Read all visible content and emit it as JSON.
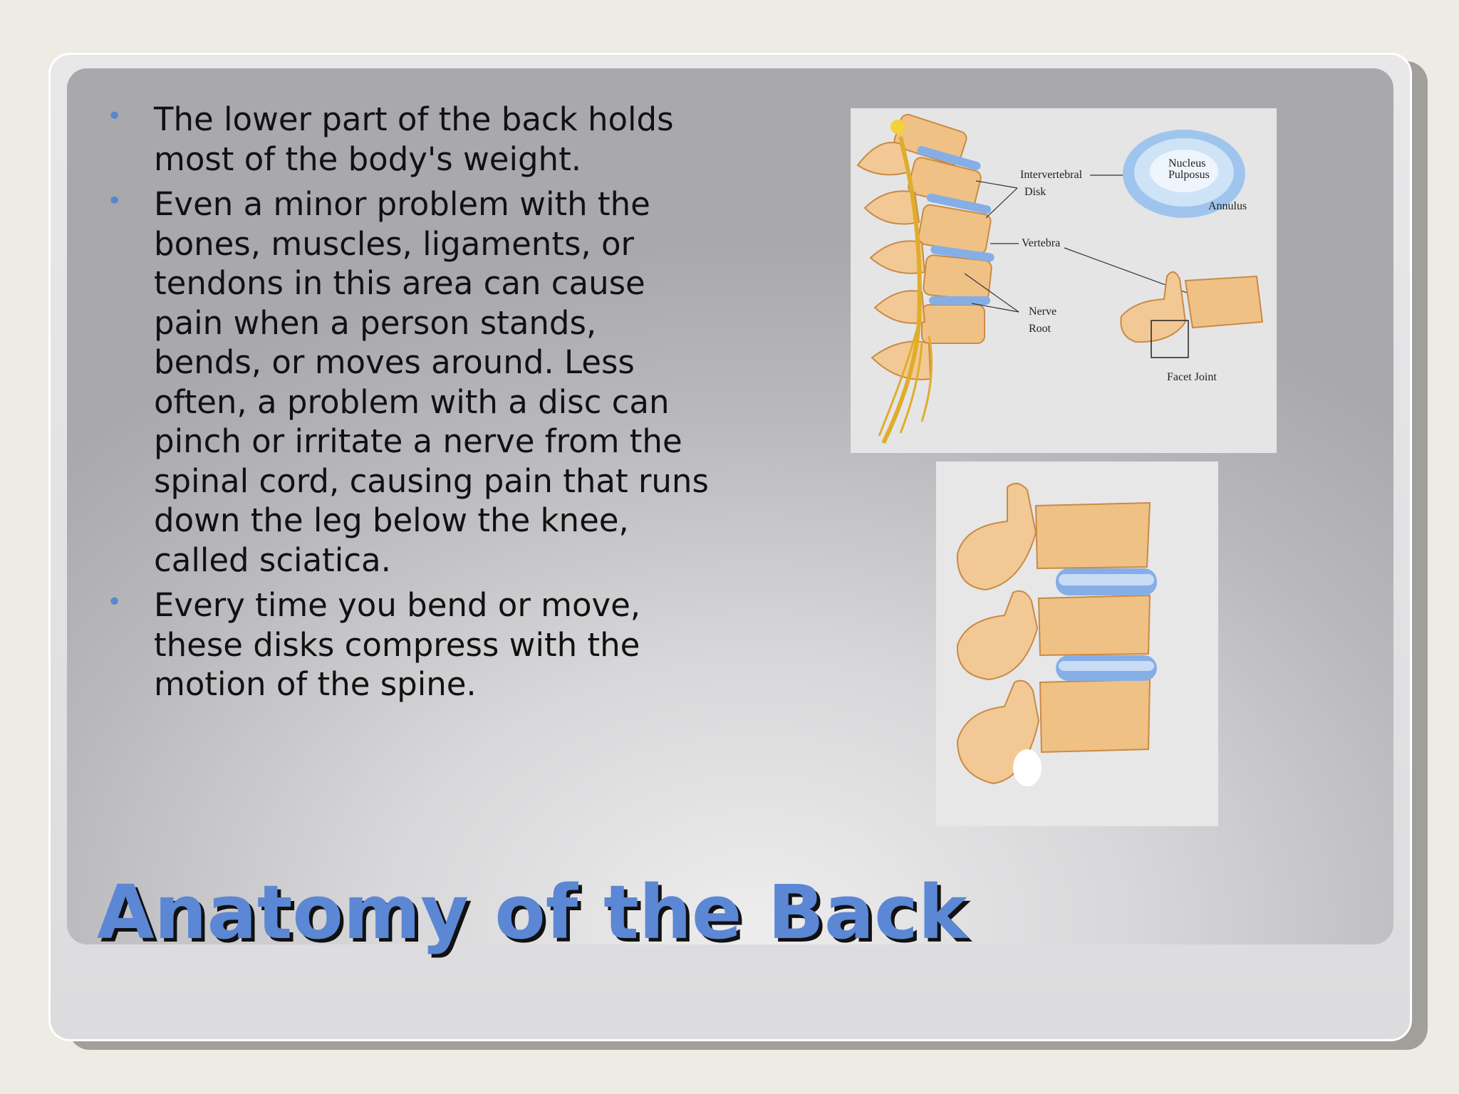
{
  "slide": {
    "title": "Anatomy of the Back",
    "bullets": [
      "The lower part of the back holds most of the body's weight.",
      "Even a minor problem with the bones, muscles, ligaments, or tendons in this area can cause pain when a person stands, bends, or moves around. Less often, a problem with a disc can pinch or irritate a nerve from the spinal cord, causing pain that runs down the leg below the knee, called sciatica.",
      "Every time you bend or move, these disks compress with the motion of the spine."
    ]
  },
  "diagram": {
    "labels": {
      "intervertebral_disk_line1": "Intervertebral",
      "intervertebral_disk_line2": "Disk",
      "nucleus_line1": "Nucleus",
      "nucleus_line2": "Pulposus",
      "annulus": "Annulus",
      "vertebra": "Vertebra",
      "nerve_line1": "Nerve",
      "nerve_line2": "Root",
      "facet_joint": "Facet Joint"
    }
  },
  "colors": {
    "title": "#5b87d4",
    "bullet": "#5a86cf",
    "bone": "#f2c48a",
    "disk": "#7fa9e3",
    "nerve": "#e8b52c"
  },
  "icons": {
    "bullet": "bullet-dot-icon"
  }
}
